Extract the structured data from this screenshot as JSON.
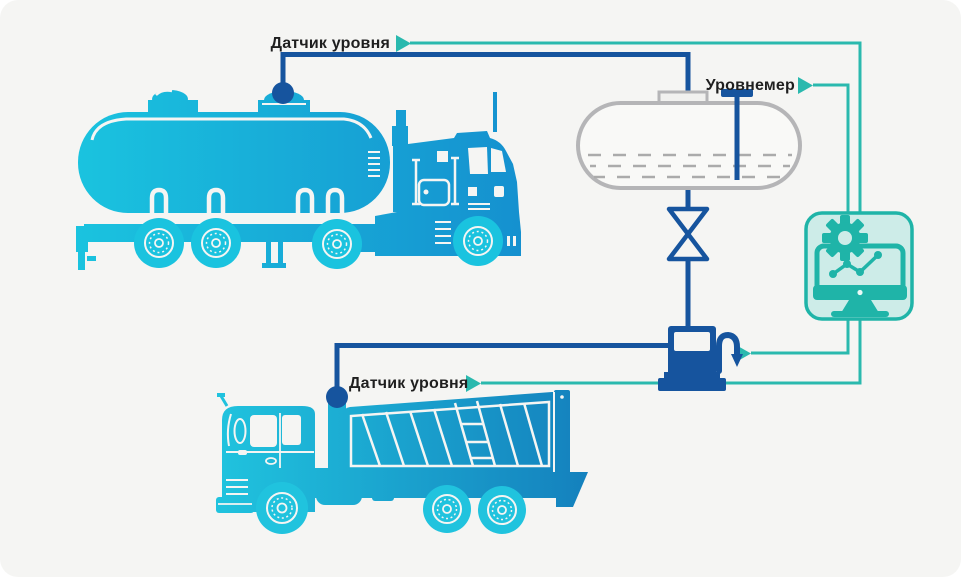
{
  "page": {
    "background": "#f5f5f3",
    "type": "fuel-monitoring-scheme-infographic"
  },
  "labels": {
    "tanker_level_sensor": "Датчик уровня",
    "level_gauge": "Уровнемер",
    "dump_truck_level_sensor": "Датчик уровня"
  },
  "colors": {
    "truck_cyan_light": "#1ac3df",
    "truck_cyan_dark": "#1489c6",
    "navy_line": "#16549e",
    "teal_line": "#2ab9ae",
    "monitor_panel_fill": "#cdece8",
    "monitor_teal": "#1fb4a8",
    "tank_outline": "#b5b5b7",
    "tank_fill": "#f9f9f7",
    "liquid_dash_gray": "#ababab",
    "label_text": "#1f1f1f"
  },
  "diagram": {
    "nodes": [
      {
        "id": "tanker-truck",
        "icon": "fuel-tanker-truck-icon",
        "sensor_label": "Датчик уровня"
      },
      {
        "id": "storage-tank",
        "icon": "horizontal-fuel-tank-icon",
        "gauge_label": "Уровнемер"
      },
      {
        "id": "valve",
        "icon": "pipeline-valve-icon"
      },
      {
        "id": "fuel-dispenser",
        "icon": "fuel-dispenser-icon"
      },
      {
        "id": "dump-truck",
        "icon": "dump-truck-icon",
        "sensor_label": "Датчик уровня"
      },
      {
        "id": "monitoring-system",
        "icon": "computer-monitor-gear-chart-icon"
      }
    ],
    "edges": [
      {
        "from": "tanker-truck-level-sensor",
        "to": "storage-tank-top",
        "style": "navy"
      },
      {
        "from": "storage-tank-bottom",
        "to": "fuel-dispenser",
        "via": "valve",
        "style": "navy"
      },
      {
        "from": "dump-truck-level-sensor",
        "to": "fuel-dispenser",
        "style": "navy"
      },
      {
        "from": "tanker-truck-level-sensor",
        "to": "monitoring-system",
        "style": "teal"
      },
      {
        "from": "level-gauge",
        "to": "monitoring-system",
        "style": "teal"
      },
      {
        "from": "fuel-dispenser",
        "to": "monitoring-system",
        "style": "teal"
      },
      {
        "from": "dump-truck-level-sensor",
        "to": "monitoring-system",
        "style": "teal"
      }
    ]
  }
}
